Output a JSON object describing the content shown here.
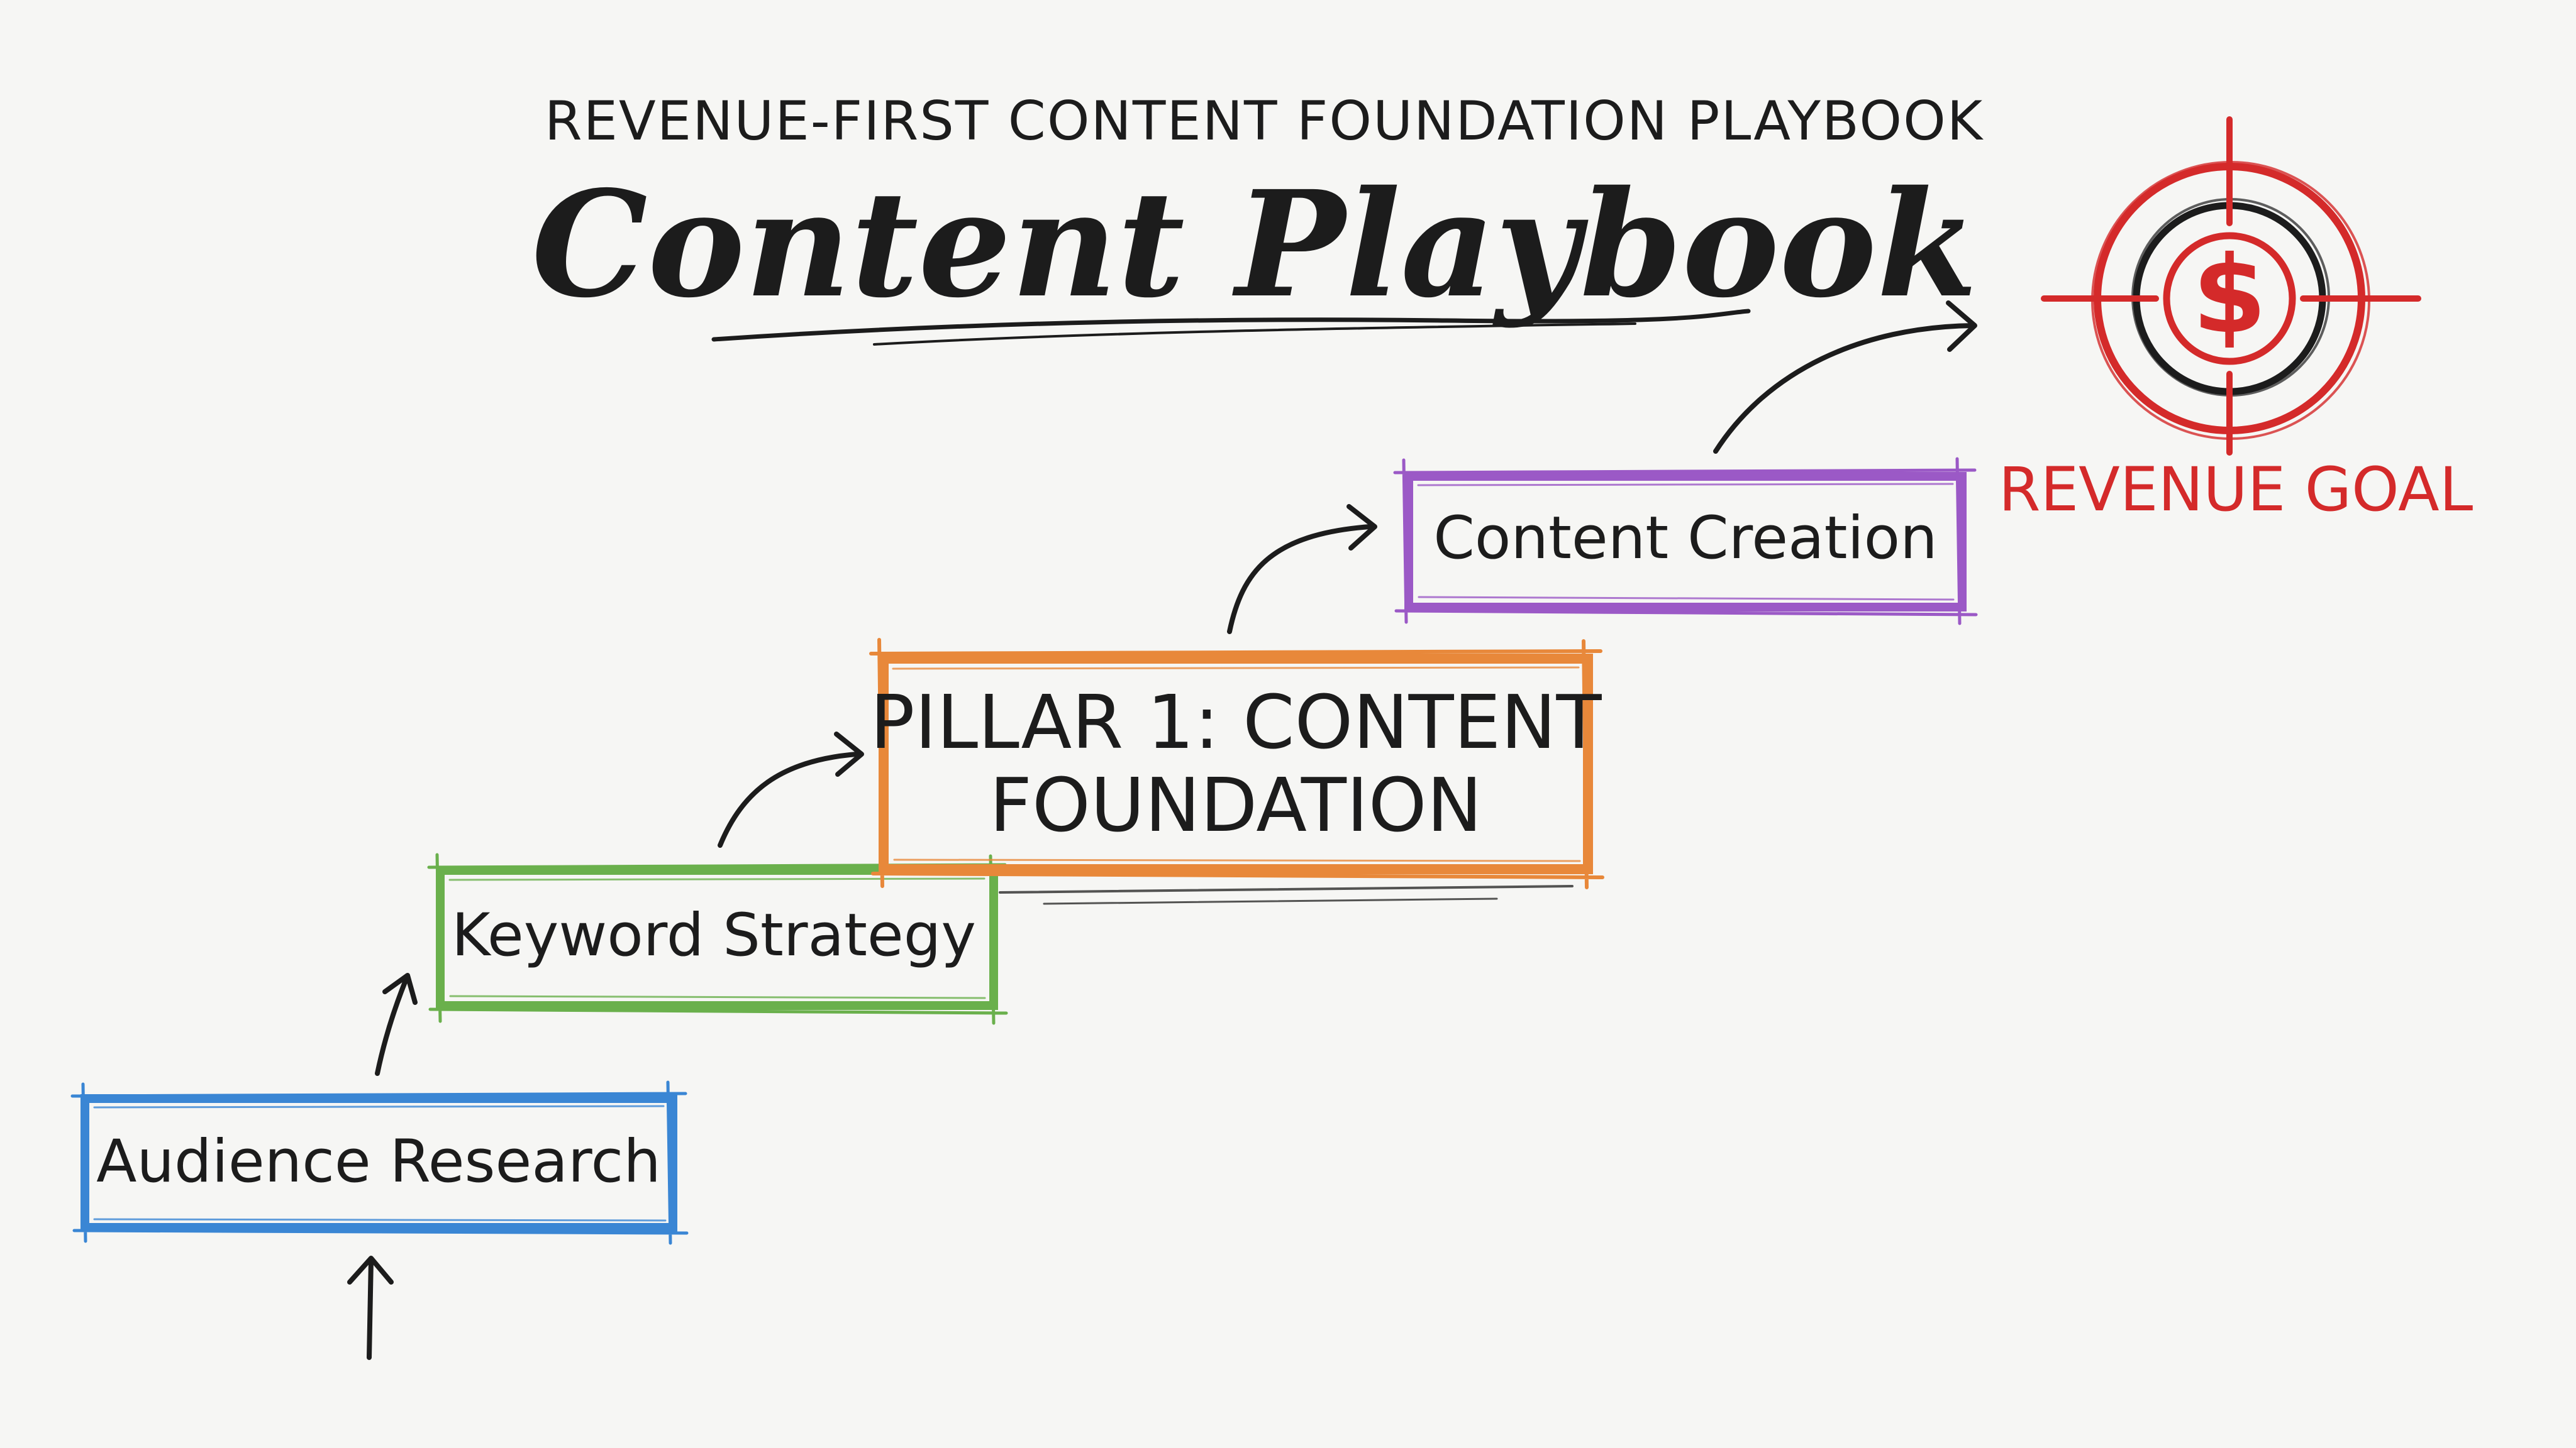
{
  "header": {
    "subtitle": "REVENUE-FIRST CONTENT FOUNDATION PLAYBOOK",
    "title": "Content Playbook"
  },
  "steps": [
    {
      "id": "audience-research",
      "lines": [
        "Audience Research"
      ],
      "color": "#3a86d4"
    },
    {
      "id": "keyword-strategy",
      "lines": [
        "Keyword Strategy"
      ],
      "color": "#6ab04c"
    },
    {
      "id": "pillar-1",
      "lines": [
        "PILLAR 1: CONTENT",
        "FOUNDATION"
      ],
      "color": "#e8883a"
    },
    {
      "id": "content-creation",
      "lines": [
        "Content Creation"
      ],
      "color": "#9b59c6"
    }
  ],
  "goal": {
    "label": "REVENUE GOAL",
    "symbol": "$",
    "icon": "target-dollar-icon",
    "color": "#d42a2a"
  },
  "colors": {
    "ink": "#1c1c1c",
    "background": "#f6f6f4"
  }
}
